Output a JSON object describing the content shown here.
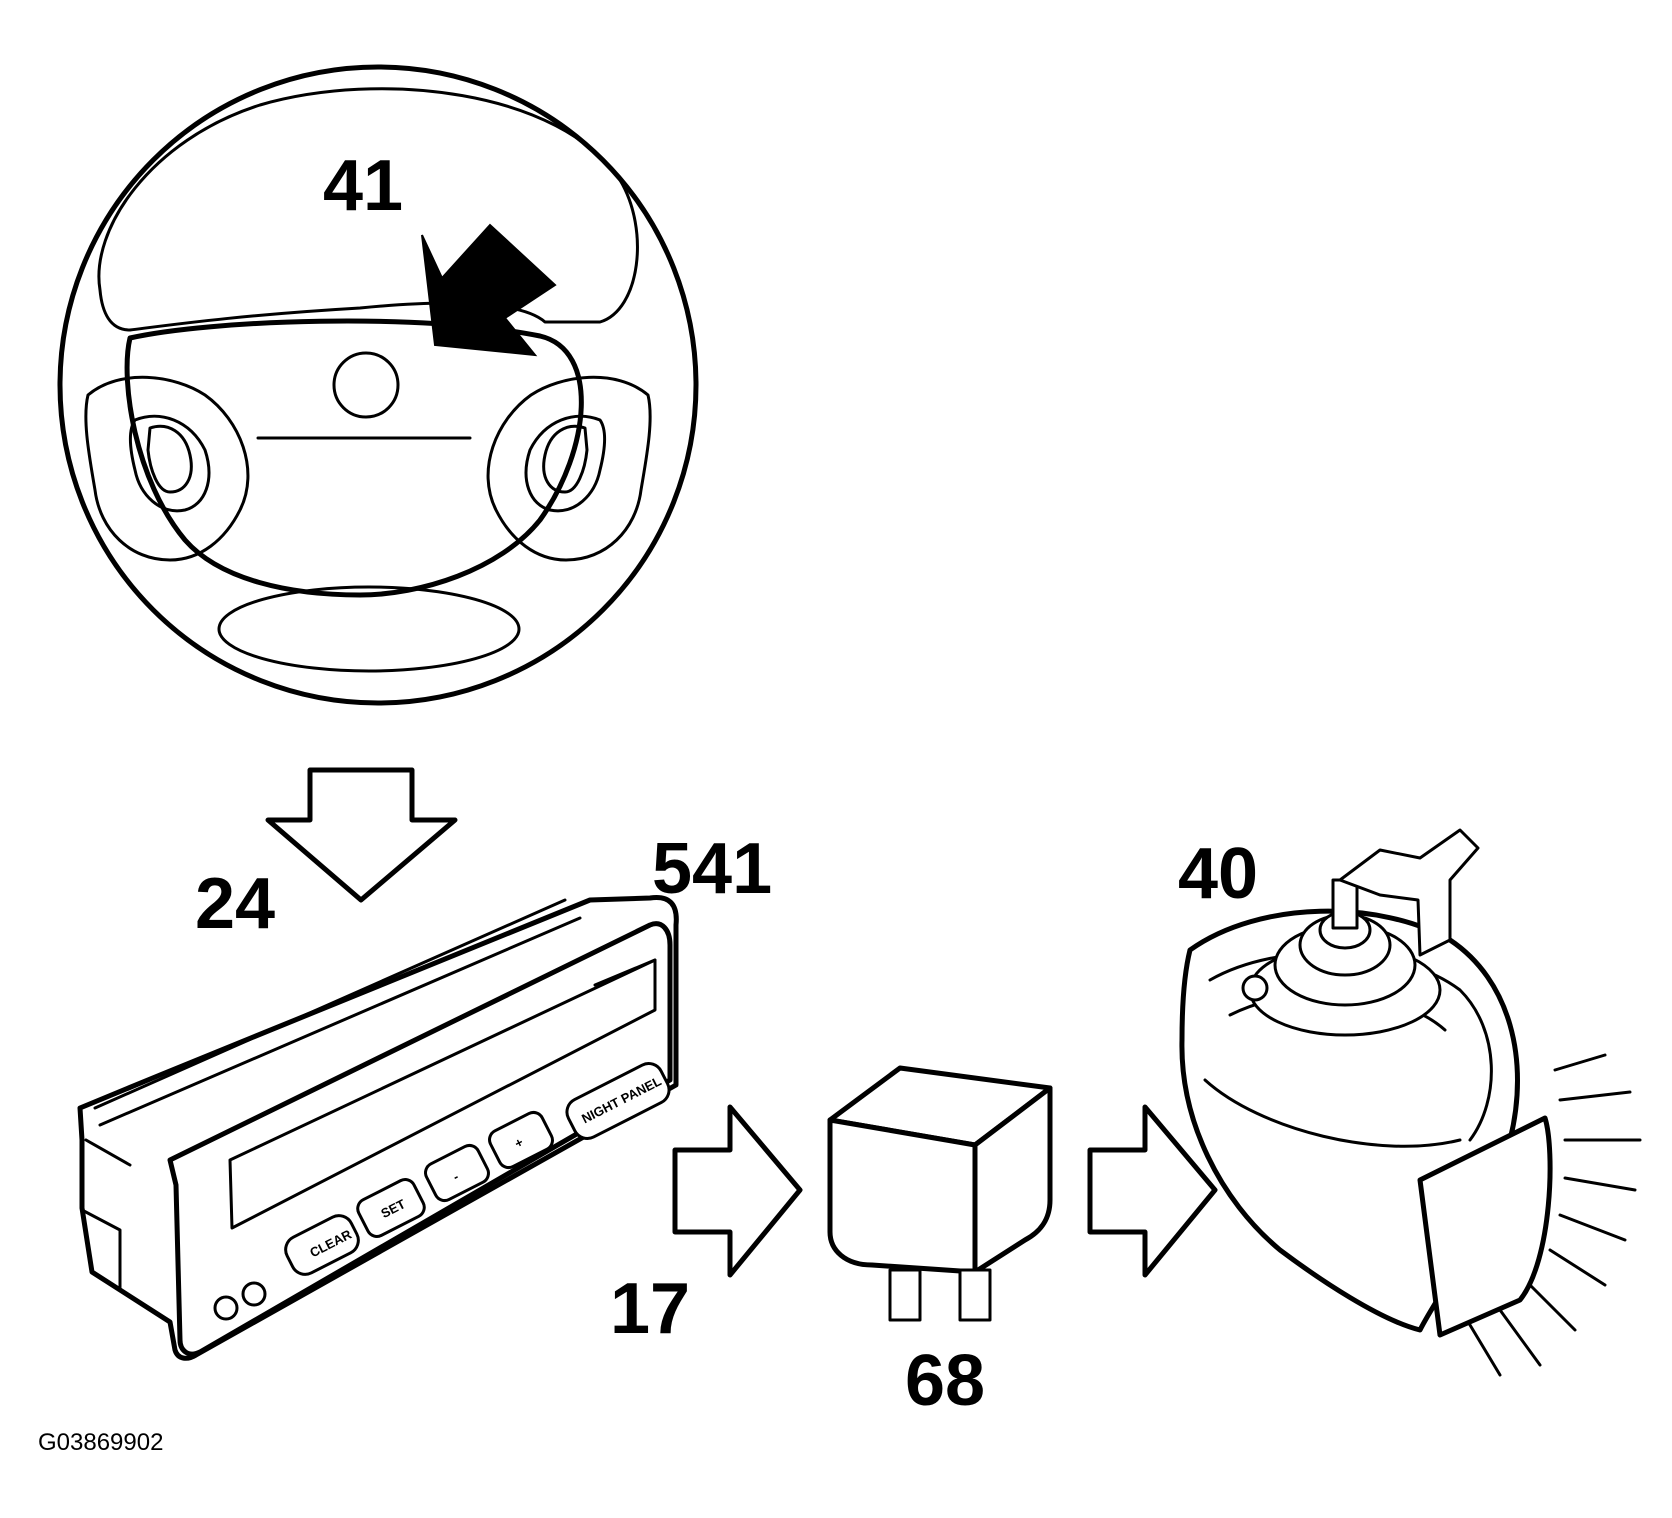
{
  "callouts": {
    "steering_wheel": "41",
    "control_module": "24",
    "control_panel": "541",
    "signal_path": "17",
    "relay": "68",
    "horn": "40"
  },
  "panel_buttons": {
    "clear": "CLEAR",
    "set": "SET",
    "minus": "-",
    "plus": "+",
    "night_panel": "NIGHT PANEL"
  },
  "figure_id": "G03869902"
}
